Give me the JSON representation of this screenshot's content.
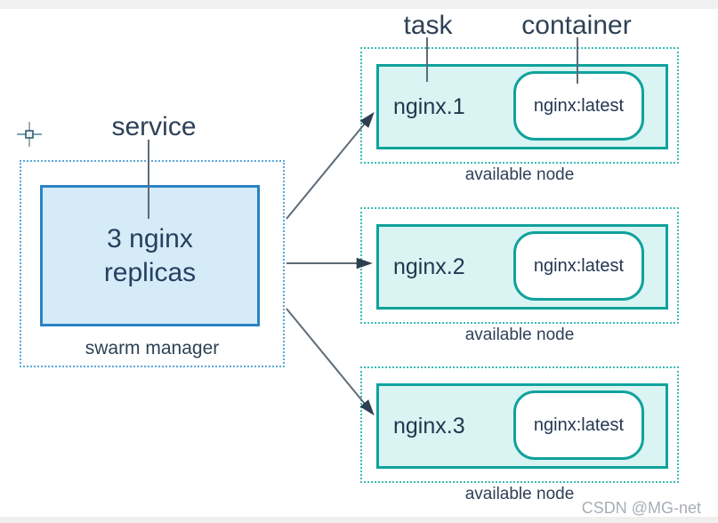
{
  "labels": {
    "service": "service",
    "task": "task",
    "container": "container"
  },
  "manager": {
    "box_text": "3 nginx\nreplicas",
    "caption": "swarm manager"
  },
  "nodes": [
    {
      "task": "nginx.1",
      "container": "nginx:latest",
      "caption": "available node"
    },
    {
      "task": "nginx.2",
      "container": "nginx:latest",
      "caption": "available node"
    },
    {
      "task": "nginx.3",
      "container": "nginx:latest",
      "caption": "available node"
    }
  ],
  "watermark": "CSDN @MG-net",
  "colors": {
    "teal_border": "#10a29c",
    "teal_fill": "#d9f4f2",
    "node_dotted_border": "#37bdb4",
    "blue_border": "#2a83c5",
    "blue_fill": "#d6ebf8",
    "manager_dotted_border": "#5aa7d9",
    "text_dark": "#2e4156",
    "connector_line": "#5f6b76",
    "arrowhead": "#2d3e50",
    "watermark_gray": "#a9aeb6"
  }
}
